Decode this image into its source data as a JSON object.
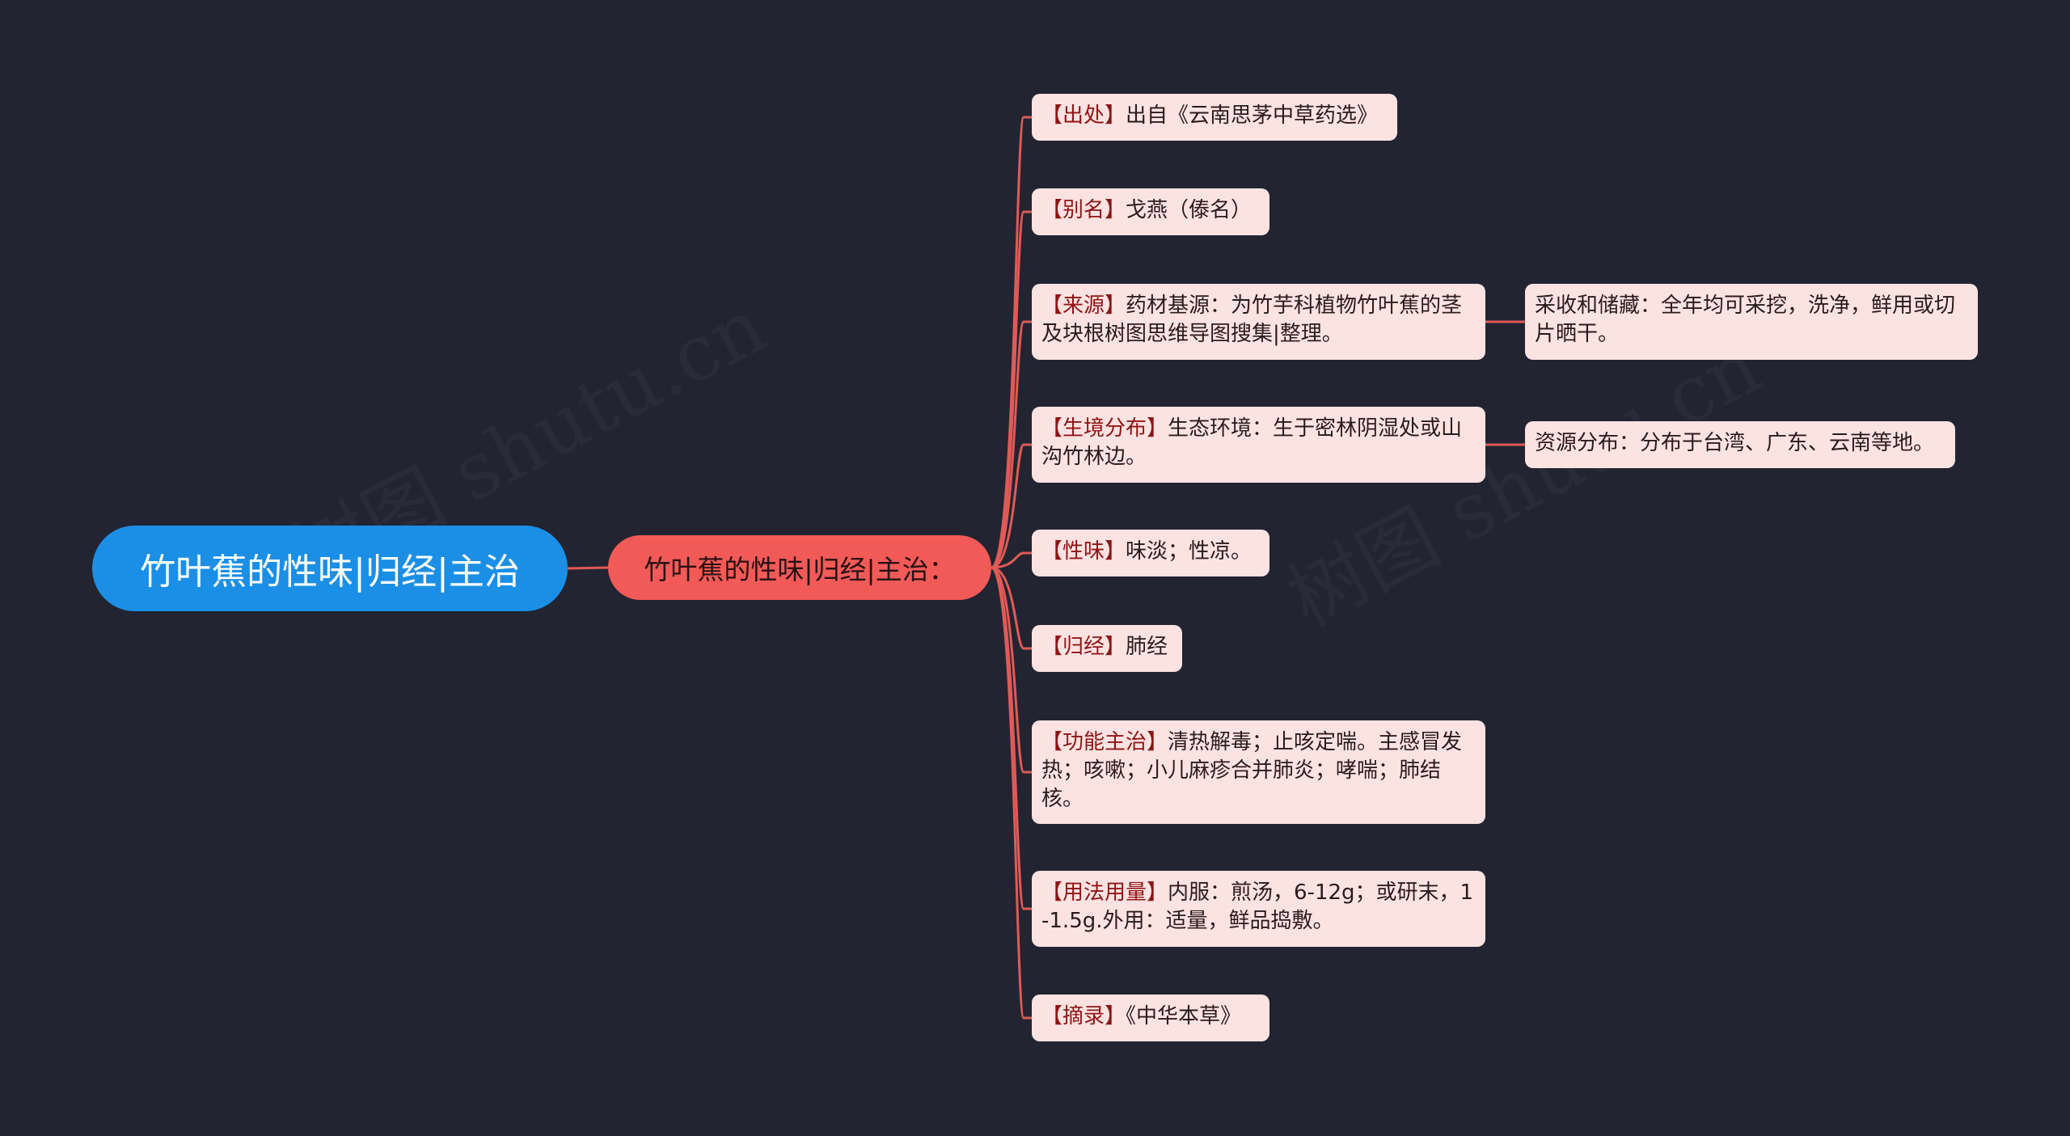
{
  "root": {
    "label": "竹叶蕉的性味|归经|主治"
  },
  "branch": {
    "label": "竹叶蕉的性味|归经|主治："
  },
  "leaves": [
    {
      "tag": "【出处】",
      "text": "出自《云南思茅中草药选》"
    },
    {
      "tag": "【别名】",
      "text": "戈燕（傣名）"
    },
    {
      "tag": "【来源】",
      "text": "药材基源：为竹芋科植物竹叶蕉的茎及块根树图思维导图搜集|整理。"
    },
    {
      "tag": "【生境分布】",
      "text": "生态环境：生于密林阴湿处或山沟竹林边。"
    },
    {
      "tag": "【性味】",
      "text": "味淡；性凉。"
    },
    {
      "tag": "【归经】",
      "text": "肺经"
    },
    {
      "tag": "【功能主治】",
      "text": "清热解毒；止咳定喘。主感冒发热；咳嗽；小儿麻疹合并肺炎；哮喘；肺结核。"
    },
    {
      "tag": "【用法用量】",
      "text": "内服：煎汤，6-12g；或研末，1-1.5g.外用：适量，鲜品捣敷。"
    },
    {
      "tag": "【摘录】",
      "text": "《中华本草》"
    }
  ],
  "subleaves": [
    {
      "text": "采收和储藏：全年均可采挖，洗净，鲜用或切片晒干。"
    },
    {
      "text": "资源分布：分布于台湾、广东、云南等地。"
    }
  ],
  "watermarks": [
    "树图 shutu.cn",
    "树图 shutu.cn"
  ],
  "colors": {
    "background": "#222431",
    "root": "#1b8fe6",
    "branch": "#f25a58",
    "leaf": "#fce3e2",
    "connector": "#e05a57"
  }
}
